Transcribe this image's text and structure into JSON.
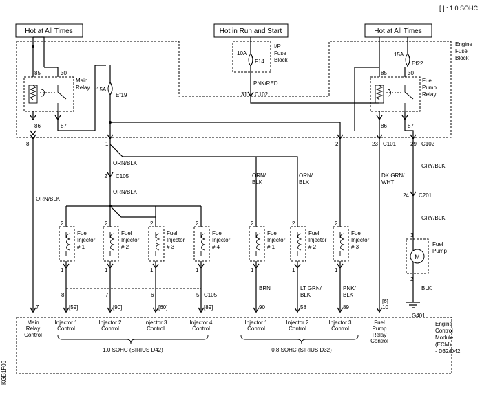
{
  "header": {
    "note": "[ ] : 1.0 SOHC"
  },
  "sources": {
    "left": "Hot at All Times",
    "center": "Hot in Run and Start",
    "right": "Hot at All Times"
  },
  "blocks": {
    "ip_fuse_block": "I/P Fuse Block",
    "engine_fuse_block": "Engine Fuse Block"
  },
  "fuses": {
    "f14": {
      "rating": "10A",
      "name": "F14"
    },
    "ef19": {
      "rating": "15A",
      "name": "Ef19"
    },
    "ef22": {
      "rating": "15A",
      "name": "Ef22"
    }
  },
  "relays": {
    "main": {
      "label": "Main Relay",
      "pins": [
        "85",
        "30",
        "86",
        "87"
      ]
    },
    "fuel_pump": {
      "label": "Fuel Pump Relay",
      "pins": [
        "85",
        "30",
        "86",
        "87"
      ]
    }
  },
  "connectors": {
    "c102_top": {
      "pin": "31",
      "name": "C102"
    },
    "c101": {
      "pin": "23",
      "name": "C101"
    },
    "c102_pump": {
      "pin": "29",
      "name": "C102"
    },
    "c105_top": {
      "pin": "2",
      "name": "C105"
    },
    "c201": {
      "pin": "24",
      "name": "C201"
    },
    "c105_bottom": {
      "pins": [
        "8",
        "7",
        "6",
        "5"
      ],
      "name": "C105"
    },
    "row_pins": {
      "p8": "8",
      "p1": "1",
      "p2": "2"
    }
  },
  "wires": {
    "pnk_red": "PNK/RED",
    "orn_blk": "ORN/BLK",
    "orn_blk_a": "ORN/BLK",
    "orn_blk_b": "ORN/BLK",
    "orn_blk_2line": [
      "ORN/",
      "BLK"
    ],
    "orn_blk_2line_b": [
      "ORN/",
      "BLK"
    ],
    "dk_grn_wht": [
      "DK GRN/",
      "WHT"
    ],
    "gry_blk_1": "GRY/BLK",
    "gry_blk_2": "GRY/BLK",
    "blk": "BLK",
    "brn": "BRN",
    "lt_grn_blk": [
      "LT GRN/",
      "BLK"
    ],
    "pnk_blk": [
      "PNK/",
      "BLK"
    ]
  },
  "injectors_sohc10": [
    {
      "label": [
        "Fuel",
        "Injector",
        "# 1"
      ],
      "pins": [
        "2",
        "1"
      ]
    },
    {
      "label": [
        "Fuel",
        "Injector",
        "# 2"
      ],
      "pins": [
        "2",
        "1"
      ]
    },
    {
      "label": [
        "Fuel",
        "Injector",
        "# 3"
      ],
      "pins": [
        "2",
        "1"
      ]
    },
    {
      "label": [
        "Fuel",
        "Injector",
        "# 4"
      ],
      "pins": [
        "2",
        "1"
      ]
    }
  ],
  "injectors_sohc08": [
    {
      "label": [
        "Fuel",
        "Injector",
        "# 1"
      ],
      "pins": [
        "2",
        "1"
      ]
    },
    {
      "label": [
        "Fuel",
        "Injector",
        "# 2"
      ],
      "pins": [
        "2",
        "1"
      ]
    },
    {
      "label": [
        "Fuel",
        "Injector",
        "# 3"
      ],
      "pins": [
        "2",
        "1"
      ]
    }
  ],
  "fuel_pump": {
    "label": [
      "Fuel",
      "Pump"
    ],
    "motor": "M",
    "pins": [
      "3",
      "2"
    ],
    "ground": "G401"
  },
  "ecm": {
    "label": [
      "Engine",
      "Control",
      "Module",
      "(ECM)",
      "- D32/D42"
    ],
    "pins": [
      {
        "pin": "7",
        "label": [
          "Main",
          "Relay",
          "Control"
        ]
      },
      {
        "pin": "[59]",
        "label": [
          "Injector 1",
          "Control"
        ]
      },
      {
        "pin": "[90]",
        "label": [
          "Injector 2",
          "Control"
        ]
      },
      {
        "pin": "[60]",
        "label": [
          "Injector 3",
          "Control"
        ]
      },
      {
        "pin": "[89]",
        "label": [
          "Injector 4",
          "Control"
        ]
      },
      {
        "pin": "90",
        "label": [
          "Injector 1",
          "Control"
        ]
      },
      {
        "pin": "58",
        "label": [
          "Injector 2",
          "Control"
        ]
      },
      {
        "pin": "89",
        "label": [
          "Injector 3",
          "Control"
        ]
      },
      {
        "pin": [
          "[6]",
          "10"
        ],
        "label": [
          "Fuel",
          "Pump",
          "Relay",
          "Control"
        ]
      }
    ],
    "groups": [
      "1.0 SOHC (SIRIUS D42)",
      "0.8 SOHC (SIRIUS D32)"
    ]
  },
  "figure_id": "KGB1F06"
}
